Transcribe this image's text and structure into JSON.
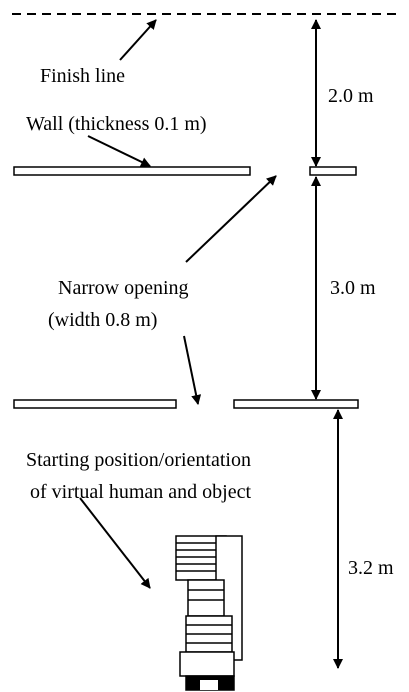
{
  "labels": {
    "finish_line": "Finish line",
    "wall": "Wall (thickness 0.1 m)",
    "narrow_opening_line1": "Narrow opening",
    "narrow_opening_line2": "(width 0.8 m)",
    "start_line1": "Starting position/orientation",
    "start_line2": "of virtual human and object"
  },
  "dimensions": [
    {
      "id": "dim-finish-to-wall",
      "value_m": 2.0,
      "label": "2.0 m"
    },
    {
      "id": "dim-wall-to-wall",
      "value_m": 3.0,
      "label": "3.0 m"
    },
    {
      "id": "dim-wall-to-start",
      "value_m": 3.2,
      "label": "3.2 m"
    }
  ],
  "colors": {
    "ink": "#000000",
    "paper": "#ffffff"
  }
}
